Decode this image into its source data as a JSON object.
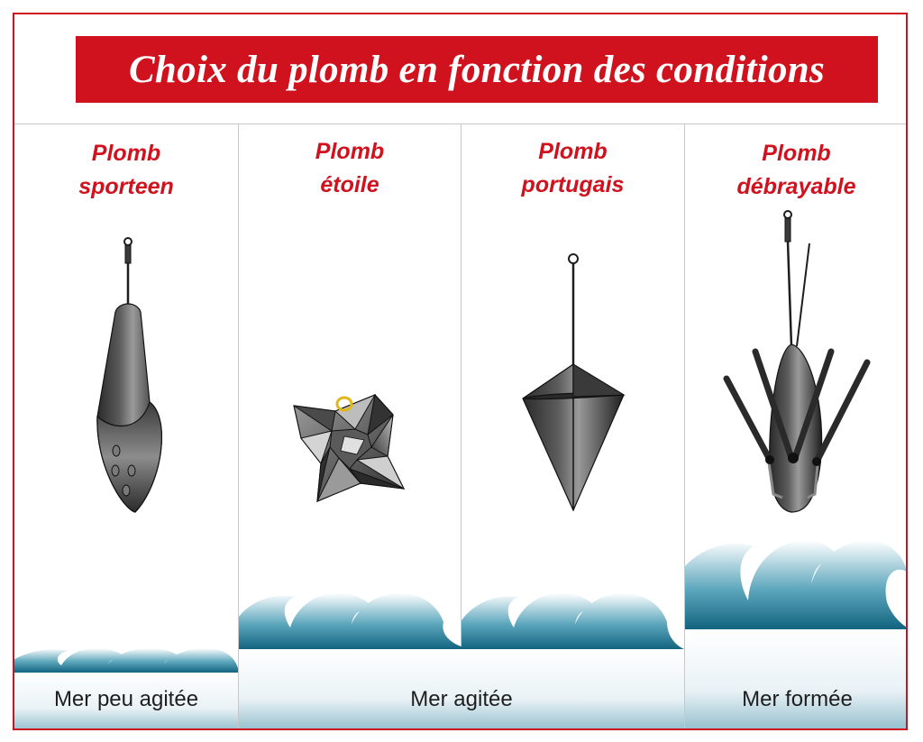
{
  "title": "Choix du plomb en fonction des conditions",
  "colors": {
    "accent": "#d0121e",
    "wave_dark": "#1a6f8a",
    "wave_light": "#ffffff",
    "lead_dark": "#232323",
    "lead_light": "#9a9a9a",
    "star_ring": "#e1b718"
  },
  "leads": [
    {
      "line1": "Plomb",
      "line2": "sporteen",
      "icon": "sporteen-lead-icon"
    },
    {
      "line1": "Plomb",
      "line2": "étoile",
      "icon": "star-lead-icon"
    },
    {
      "line1": "Plomb",
      "line2": "portugais",
      "icon": "portuguese-lead-icon"
    },
    {
      "line1": "Plomb",
      "line2": "débrayable",
      "icon": "grip-lead-icon"
    }
  ],
  "sea_states": [
    {
      "label": "Mer peu agitée",
      "level": "low"
    },
    {
      "label": "Mer agitée",
      "level": "medium"
    },
    {
      "label": "Mer formée",
      "level": "high"
    }
  ]
}
